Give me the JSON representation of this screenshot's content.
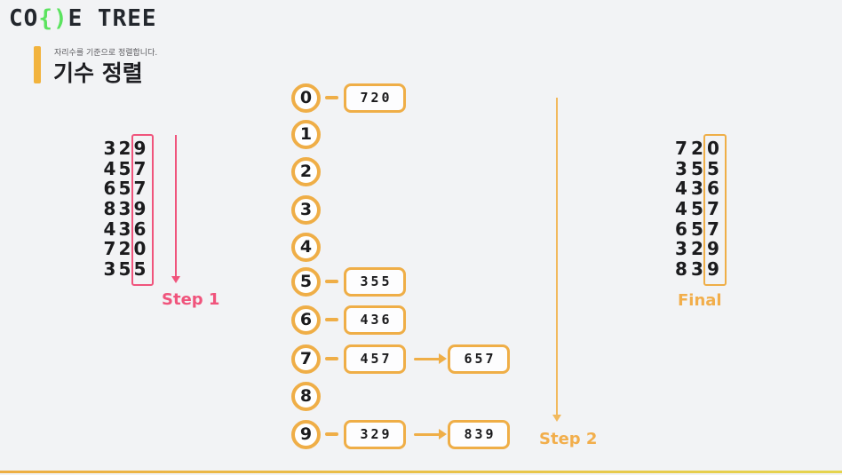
{
  "logo": {
    "prefix": "CO",
    "bracket": "{)",
    "suffix": "E TREE"
  },
  "header": {
    "caption": "자리수를 기준으로 정렬합니다.",
    "title": "기수 정렬"
  },
  "left_list": {
    "rows": [
      [
        "3",
        "2",
        "9"
      ],
      [
        "4",
        "5",
        "7"
      ],
      [
        "6",
        "5",
        "7"
      ],
      [
        "8",
        "3",
        "9"
      ],
      [
        "4",
        "3",
        "6"
      ],
      [
        "7",
        "2",
        "0"
      ],
      [
        "3",
        "5",
        "5"
      ]
    ],
    "highlighted_column": 2,
    "label": "Step 1"
  },
  "buckets": [
    {
      "digit": "0",
      "items": [
        "720"
      ]
    },
    {
      "digit": "1",
      "items": []
    },
    {
      "digit": "2",
      "items": []
    },
    {
      "digit": "3",
      "items": []
    },
    {
      "digit": "4",
      "items": []
    },
    {
      "digit": "5",
      "items": [
        "355"
      ]
    },
    {
      "digit": "6",
      "items": [
        "436"
      ]
    },
    {
      "digit": "7",
      "items": [
        "457",
        "657"
      ]
    },
    {
      "digit": "8",
      "items": []
    },
    {
      "digit": "9",
      "items": [
        "329",
        "839"
      ]
    }
  ],
  "step2_label": "Step 2",
  "right_list": {
    "rows": [
      [
        "7",
        "2",
        "0"
      ],
      [
        "3",
        "5",
        "5"
      ],
      [
        "4",
        "3",
        "6"
      ],
      [
        "4",
        "5",
        "7"
      ],
      [
        "6",
        "5",
        "7"
      ],
      [
        "3",
        "2",
        "9"
      ],
      [
        "8",
        "3",
        "9"
      ]
    ],
    "highlighted_column": 2,
    "label": "Final"
  },
  "colors": {
    "background": "#F2F3F5",
    "orange": "#EFAE47",
    "pink": "#F0547C",
    "logo_green": "#5BE35F",
    "logo_dark": "#23272D",
    "title_bar": "#F2B33D",
    "text": "#1B1B1D",
    "bottom_line_left": "#EDAE43",
    "bottom_line_right": "#E5D44F"
  }
}
